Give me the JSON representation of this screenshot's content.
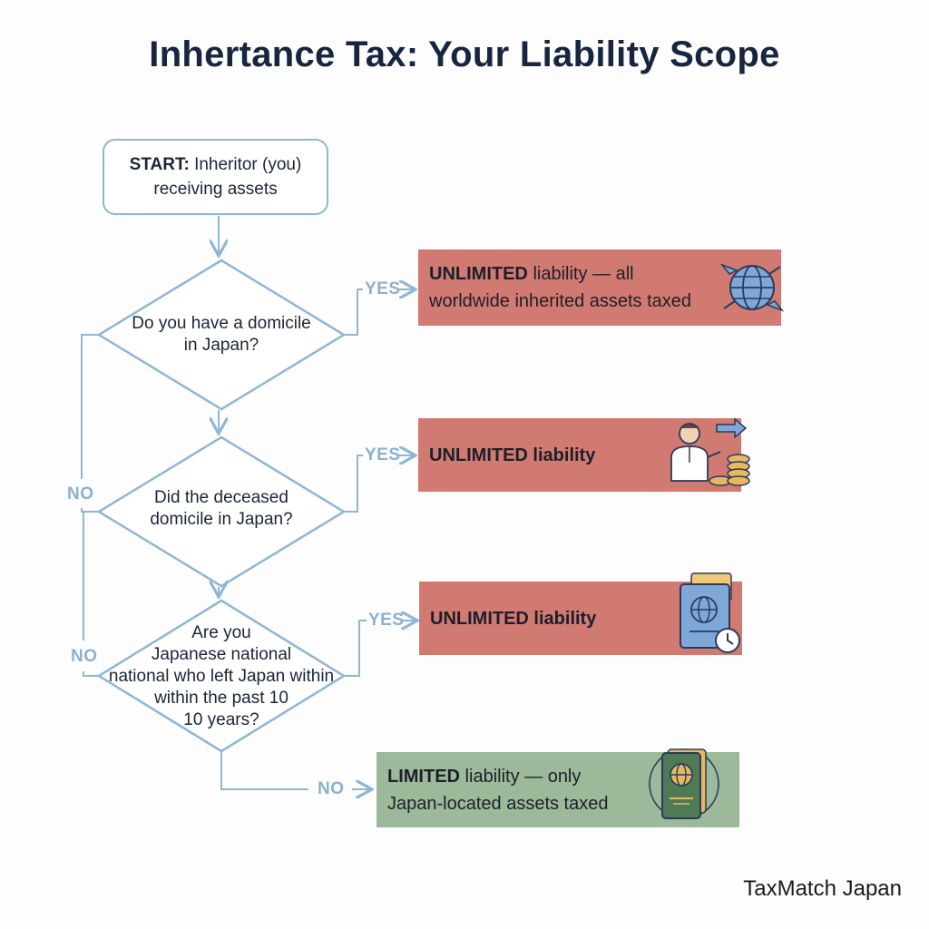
{
  "title": "Inhertance Tax: Your Liability Scope",
  "start": {
    "label_bold": "START:",
    "label_rest": "Inheritor (you)",
    "line2": "receiving assets"
  },
  "questions": [
    {
      "lines": [
        "Do you have a domicile",
        "in Japan?"
      ]
    },
    {
      "lines": [
        "Did the deceased",
        "domicile in Japan?"
      ]
    },
    {
      "lines": [
        "Are you",
        "Japanese national",
        "national who left Japan within",
        "within the past 10",
        "10 years?"
      ]
    }
  ],
  "outcomes": [
    {
      "bold": "UNLIMITED",
      "rest": " liability — all",
      "line2": "worldwide inherited assets taxed",
      "color": "#d17a72",
      "icon": "globe-arrows-icon"
    },
    {
      "bold": "UNLIMITED liability",
      "rest": "",
      "line2": "",
      "color": "#d17a72",
      "icon": "person-coins-icon"
    },
    {
      "bold": "UNLIMITED liability",
      "rest": "",
      "line2": "",
      "color": "#d17a72",
      "icon": "passport-clock-icon"
    },
    {
      "bold": "LIMITED",
      "rest": " liability — only",
      "line2": "Japan-located assets taxed",
      "color": "#9cb99a",
      "icon": "passport-globe-icon"
    }
  ],
  "labels": {
    "yes": "YES",
    "no": "NO"
  },
  "colors": {
    "connector": "#8fb6d6",
    "label": "#8ab0d2",
    "unlimited": "#d17a72",
    "limited": "#9cb99a",
    "title": "#17253f"
  },
  "brand": "TaxMatch Japan"
}
